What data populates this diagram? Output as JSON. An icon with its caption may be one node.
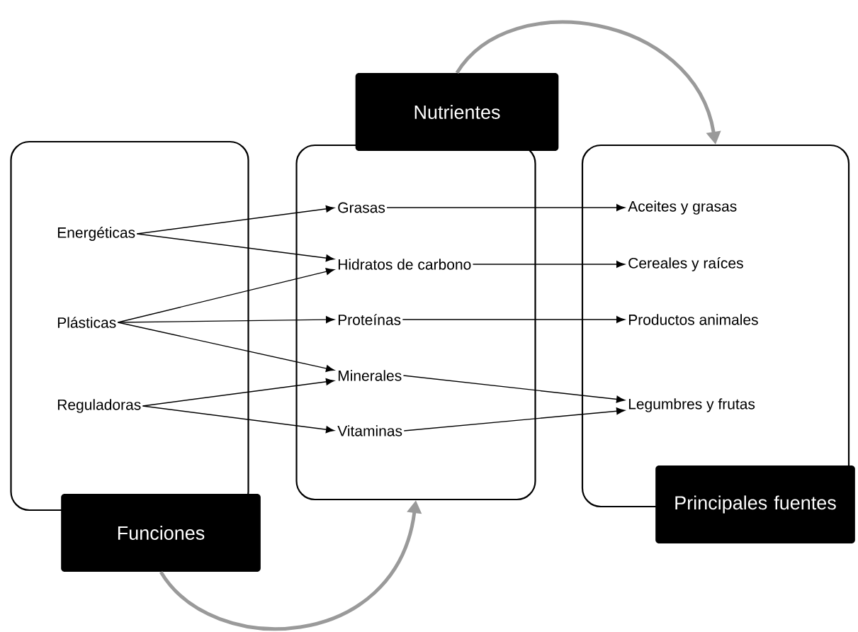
{
  "diagram": {
    "nodes": [
      {
        "text": [],
        "shape": "box"
      },
      {
        "text": [
          "Energéticas"
        ],
        "in": 0
      },
      {
        "text": [
          "Plásticas"
        ],
        "in": 0
      },
      {
        "text": [
          "Reguladoras"
        ],
        "in": 0
      },
      {
        "text": [
          "Funciones"
        ]
      },
      {
        "text": [],
        "shape": "box"
      },
      {
        "text": [
          "Nutrientes"
        ]
      },
      {
        "text": [
          "Grasas"
        ],
        "in": 5
      },
      {
        "text": [
          "Hidratos de carbono"
        ],
        "in": 5
      },
      {
        "text": [
          "Proteínas"
        ],
        "in": 5
      },
      {
        "text": [
          "Minerales"
        ],
        "in": 5
      },
      {
        "text": [
          "Vitaminas"
        ],
        "in": 5
      },
      {
        "text": [],
        "shape": "box"
      },
      {
        "text": [
          "Principales fuentes"
        ]
      },
      {
        "text": [
          "Aceites y grasas"
        ],
        "in": 12
      },
      {
        "text": [
          "Cereales y raíces"
        ],
        "in": 12
      },
      {
        "text": [
          "Productos animales"
        ],
        "in": 12
      },
      {
        "text": [
          "Legumbres y frutas"
        ],
        "in": 12
      }
    ],
    "edges": [
      {
        "from": 1,
        "to": 7,
        "arrow": "to"
      },
      {
        "from": 1,
        "to": 8,
        "arrow": "to"
      },
      {
        "from": 2,
        "to": 8,
        "arrow": "to"
      },
      {
        "from": 2,
        "to": 9,
        "arrow": "to"
      },
      {
        "from": 2,
        "to": 10,
        "arrow": "to"
      },
      {
        "from": 3,
        "to": 10,
        "arrow": "to"
      },
      {
        "from": 3,
        "to": 11,
        "arrow": "to"
      },
      {
        "from": 7,
        "to": 14,
        "arrow": "to"
      },
      {
        "from": 8,
        "to": 15,
        "arrow": "to"
      },
      {
        "from": 9,
        "to": 16,
        "arrow": "to"
      },
      {
        "from": 10,
        "to": 17,
        "arrow": "to"
      },
      {
        "from": 11,
        "to": 17,
        "arrow": "to"
      },
      {
        "from": 4,
        "to": 5,
        "arrow": "to",
        "style": "thick",
        "color": "#9a9a9a"
      },
      {
        "from": 6,
        "to": 12,
        "arrow": "to",
        "style": "thick",
        "color": "#9a9a9a"
      }
    ]
  }
}
